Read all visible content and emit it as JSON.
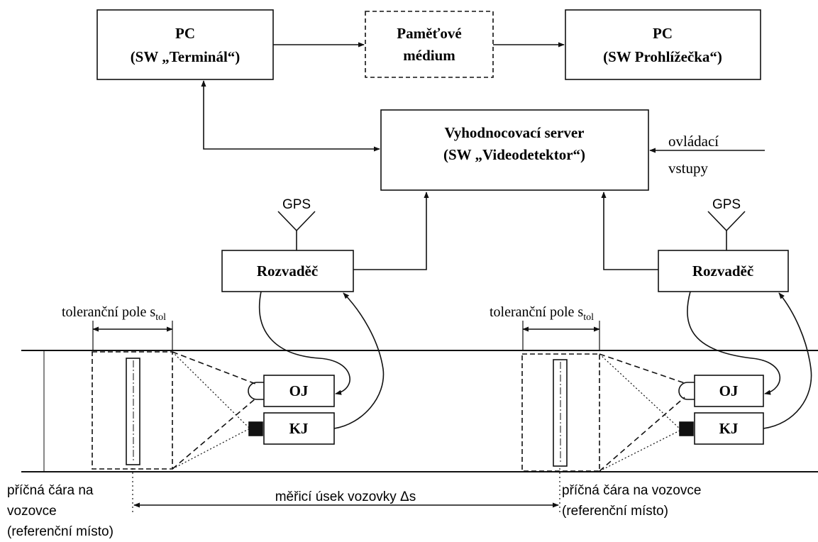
{
  "boxes": {
    "pc_terminal": {
      "title": "PC",
      "subtitle": "(SW „Terminál“)"
    },
    "memory": {
      "line1": "Paměťové",
      "line2": "médium"
    },
    "pc_viewer": {
      "title": "PC",
      "subtitle": "(SW Prohlížečka“)"
    },
    "server": {
      "title": "Vyhodnocovací server",
      "subtitle": "(SW „Videodetektor“)"
    },
    "switchboard_left": {
      "label": "Rozvaděč"
    },
    "switchboard_right": {
      "label": "Rozvaděč"
    },
    "oj_left": {
      "label": "OJ"
    },
    "kj_left": {
      "label": "KJ"
    },
    "oj_right": {
      "label": "OJ"
    },
    "kj_right": {
      "label": "KJ"
    }
  },
  "labels": {
    "control_inputs_line1": "ovládací",
    "control_inputs_line2": "vstupy",
    "gps_left": "GPS",
    "gps_right": "GPS",
    "tolerance_left_main": "toleranční pole s",
    "tolerance_left_sub": "tol",
    "tolerance_right_main": "toleranční pole s",
    "tolerance_right_sub": "tol",
    "line_left_1": "příčná čára na",
    "line_left_2": "vozovce",
    "line_left_3": "(referenční místo)",
    "line_right_1": "příčná čára na vozovce",
    "line_right_2": "(referenční místo)",
    "measuring_section": "měřicí úsek vozovky Δs"
  }
}
